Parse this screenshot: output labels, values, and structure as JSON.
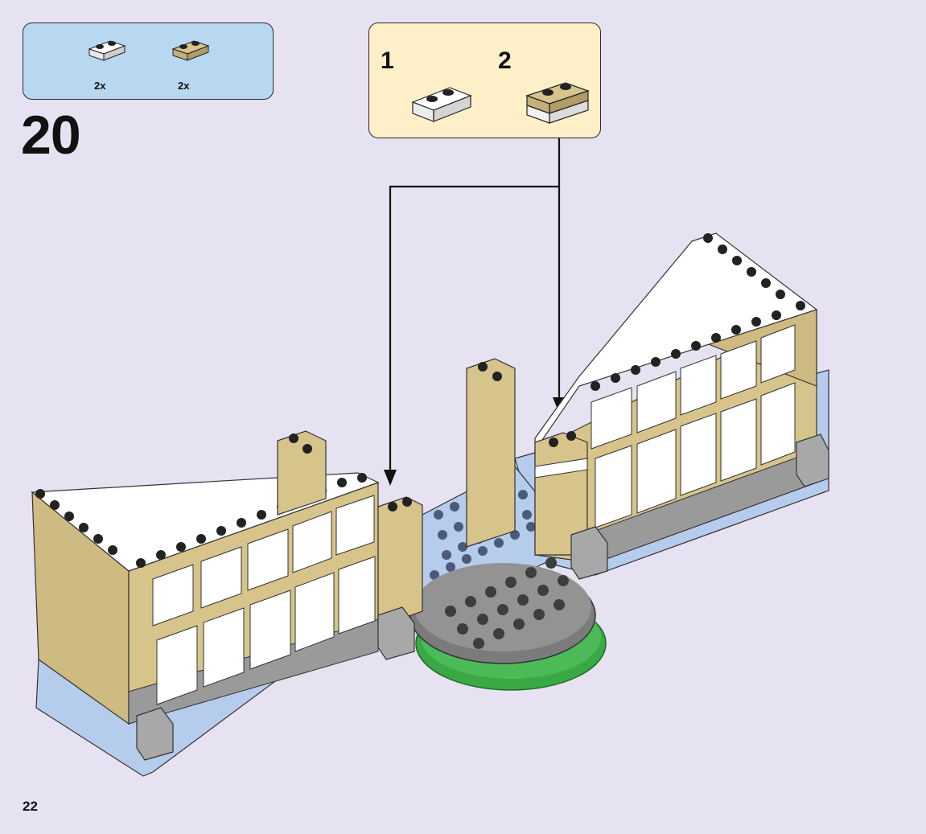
{
  "parts_list": {
    "items": [
      {
        "icon": "white-plate-1x2-icon",
        "quantity": "2x",
        "color": "#ffffff"
      },
      {
        "icon": "tan-plate-1x2-icon",
        "quantity": "2x",
        "color": "#d6c48a"
      }
    ]
  },
  "step": {
    "number": "20"
  },
  "substeps": [
    {
      "label": "1",
      "icon": "white-plate-1x2-icon"
    },
    {
      "label": "2",
      "icon": "tan-white-plate-stack-icon"
    }
  ],
  "page": {
    "number": "22"
  },
  "colors": {
    "background": "#e6e2f1",
    "parts_box": "#b8d7f1",
    "substep_box": "#fdf0c9",
    "tan": "#d6c48a",
    "light_blue_plate": "#b6ccec",
    "dark_gray": "#5a5a5a",
    "green": "#3aa845"
  }
}
